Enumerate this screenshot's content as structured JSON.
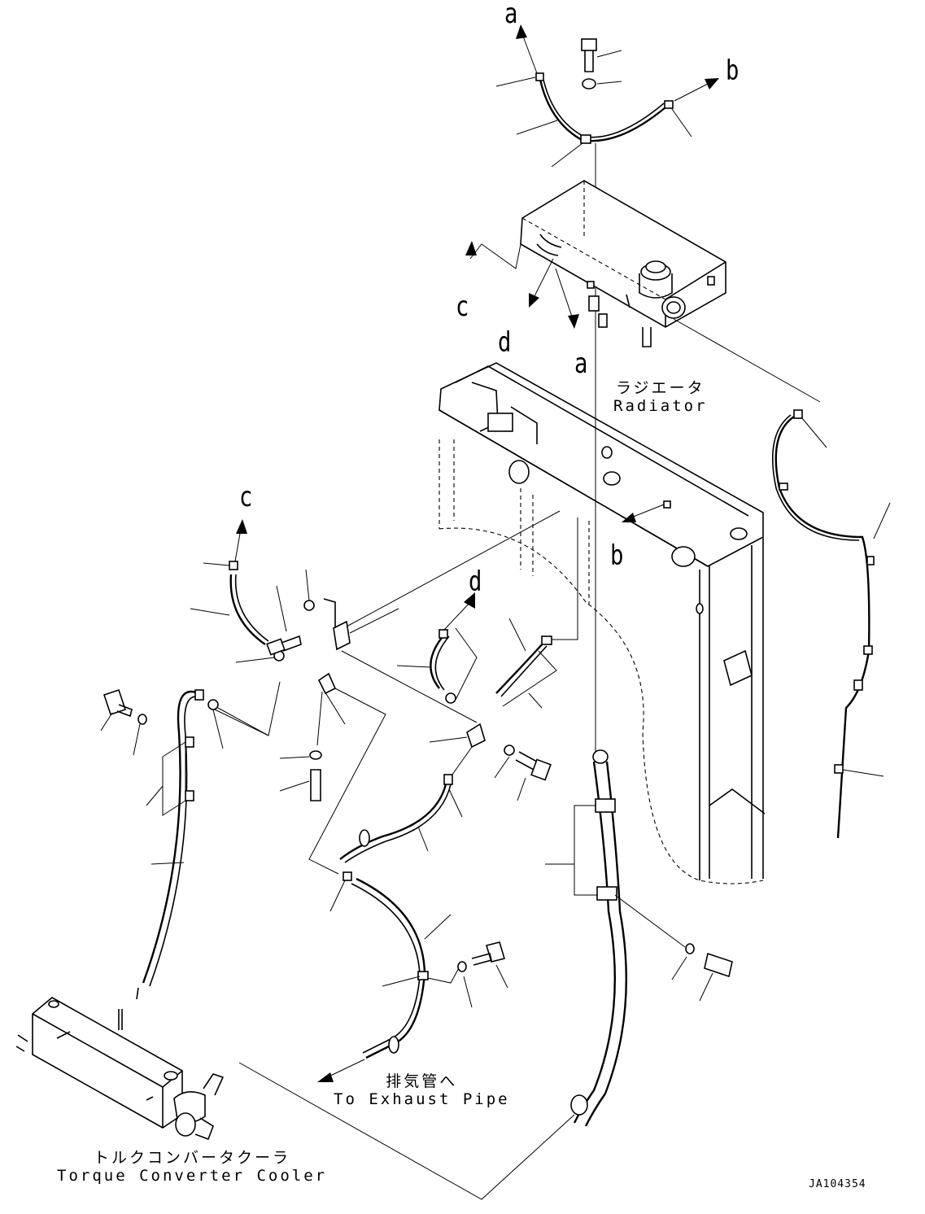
{
  "diagram": {
    "drawing_code": "JA104354",
    "reference_letters": {
      "a_top": "a",
      "b_top": "b",
      "c_tank": "c",
      "d_tank": "d",
      "a_tank": "a",
      "c_left": "c",
      "d_mid": "d",
      "b_radiator": "b"
    },
    "components": {
      "radiator": {
        "jp": "ラジエータ",
        "en": "Radiator"
      },
      "exhaust_pipe": {
        "jp": "排気管へ",
        "en": "To Exhaust Pipe"
      },
      "torque_converter_cooler": {
        "jp": "トルクコンバータクーラ",
        "en": "Torque Converter Cooler"
      }
    }
  }
}
